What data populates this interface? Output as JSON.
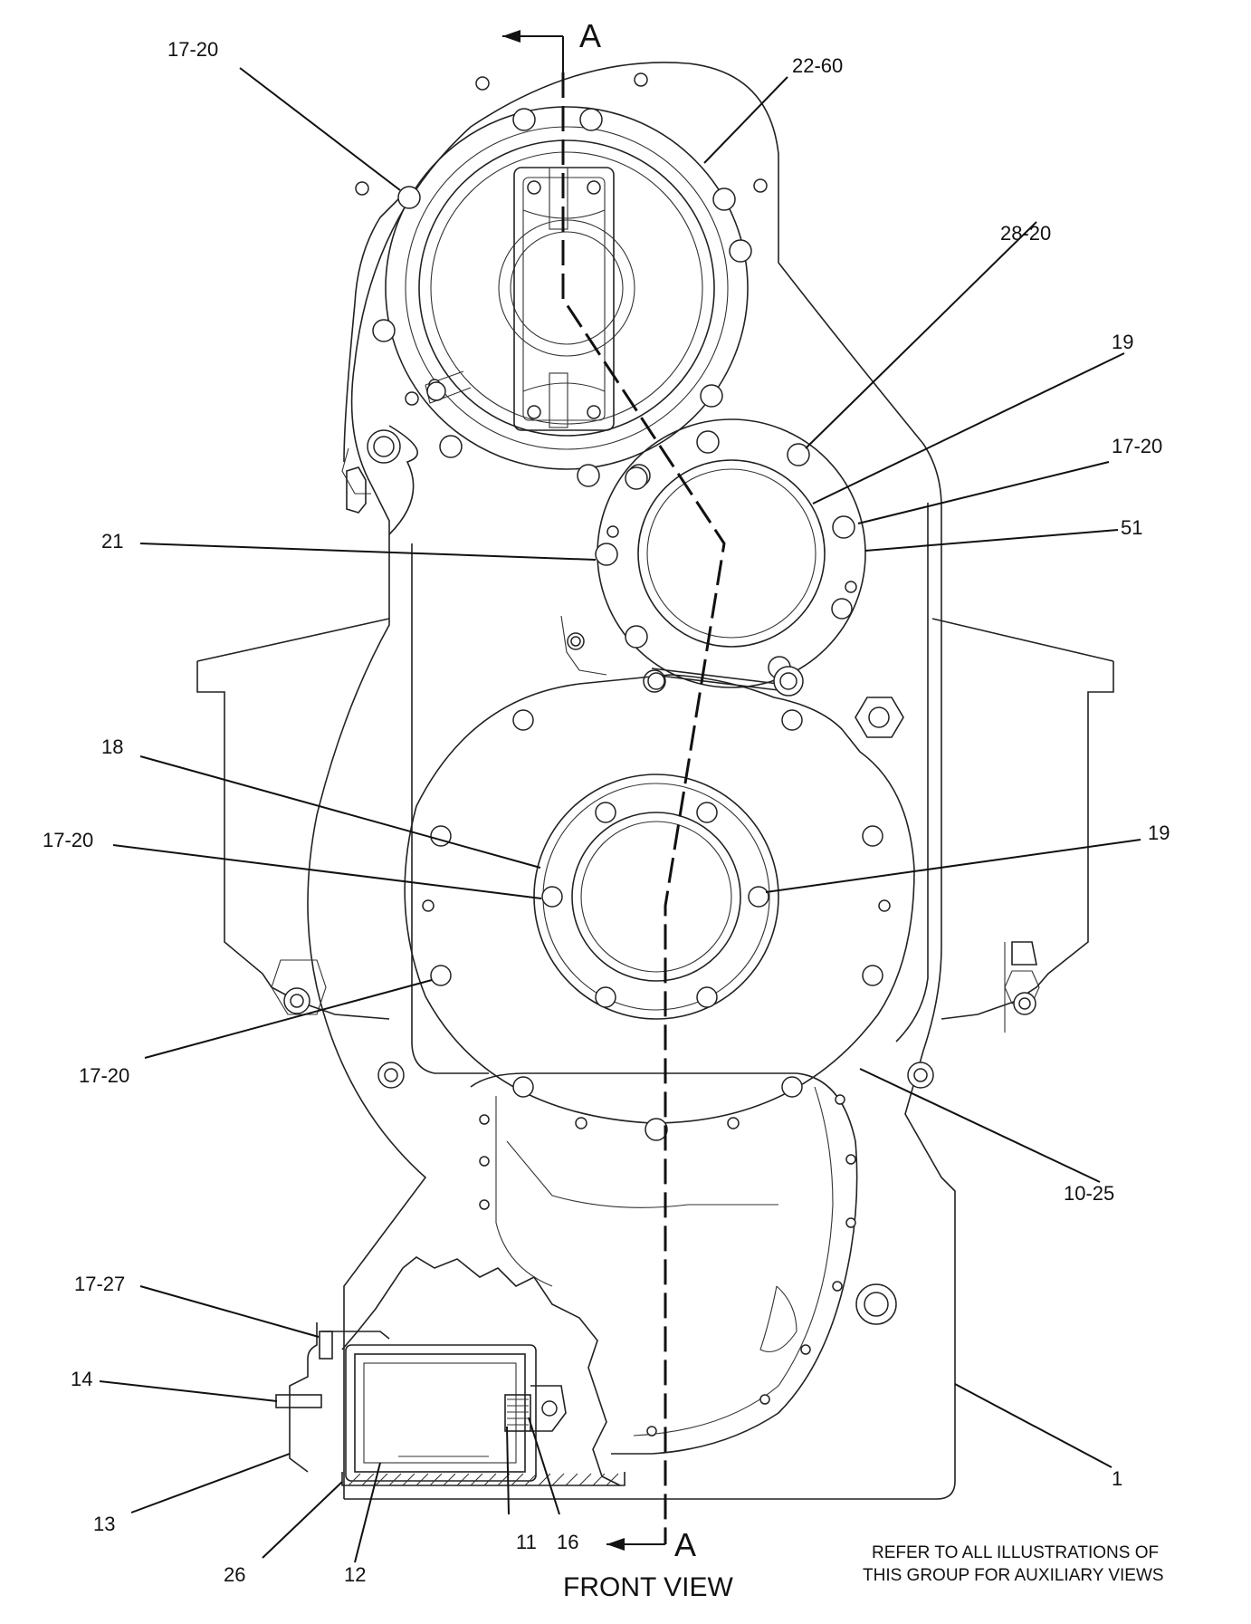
{
  "view_title": "FRONT VIEW",
  "note_lines": [
    "REFER TO ALL ILLUSTRATIONS OF",
    "THIS GROUP FOR AUXILIARY VIEWS"
  ],
  "section_marks": {
    "top": "A",
    "bottom": "A"
  },
  "callouts": {
    "c_17_20_top": "17-20",
    "c_22_60": "22-60",
    "c_28_20": "28-20",
    "c_19_upper": "19",
    "c_17_20_right": "17-20",
    "c_51": "51",
    "c_21": "21",
    "c_18": "18",
    "c_17_20_left": "17-20",
    "c_19_lower": "19",
    "c_17_20_bottom": "17-20",
    "c_10_25": "10-25",
    "c_17_27": "17-27",
    "c_14": "14",
    "c_1": "1",
    "c_13": "13",
    "c_11": "11",
    "c_16": "16",
    "c_26": "26",
    "c_12": "12"
  }
}
